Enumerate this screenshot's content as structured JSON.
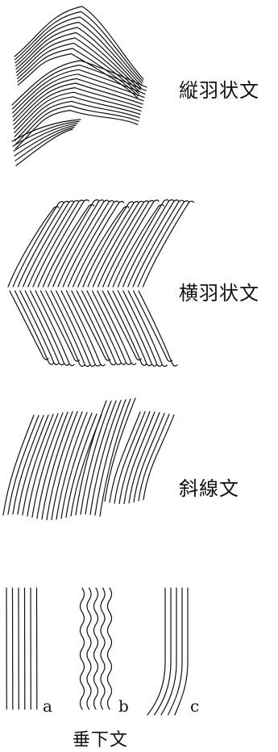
{
  "labels": {
    "vertical_feather": "縦羽状文",
    "horizontal_feather": "横羽状文",
    "diagonal": "斜線文",
    "hanging": "垂下文",
    "sub_a": "a",
    "sub_b": "b",
    "sub_c": "c"
  }
}
